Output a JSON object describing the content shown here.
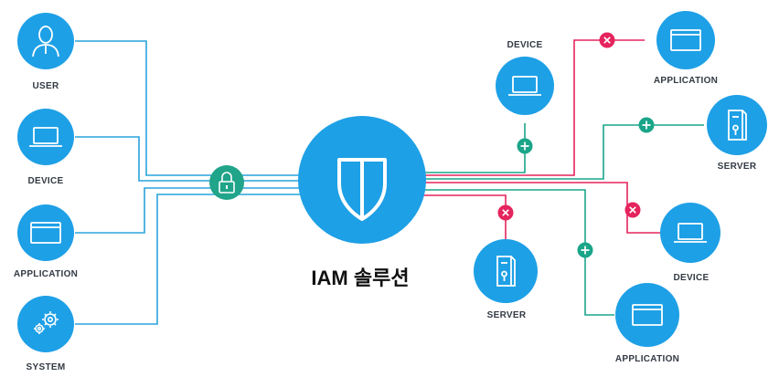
{
  "center": {
    "label": "IAM 솔루션"
  },
  "left_nodes": [
    {
      "label": "USER",
      "icon": "user-icon"
    },
    {
      "label": "DEVICE",
      "icon": "laptop-icon"
    },
    {
      "label": "APPLICATION",
      "icon": "application-window-icon"
    },
    {
      "label": "SYSTEM",
      "icon": "gears-icon"
    }
  ],
  "right_nodes": [
    {
      "label": "DEVICE",
      "icon": "laptop-icon",
      "access": "allowed"
    },
    {
      "label": "APPLICATION",
      "icon": "application-window-icon",
      "access": "denied"
    },
    {
      "label": "SERVER",
      "icon": "server-icon",
      "access": "allowed"
    },
    {
      "label": "DEVICE",
      "icon": "laptop-icon",
      "access": "denied"
    },
    {
      "label": "SERVER",
      "icon": "server-icon",
      "access": "denied"
    },
    {
      "label": "APPLICATION",
      "icon": "application-window-icon",
      "access": "allowed"
    }
  ],
  "colors": {
    "node_blue": "#1ea0e6",
    "line_blue": "#29a3dc",
    "allowed_green": "#1aa589",
    "denied_red": "#e5245d",
    "lock_green": "#20a48a"
  }
}
